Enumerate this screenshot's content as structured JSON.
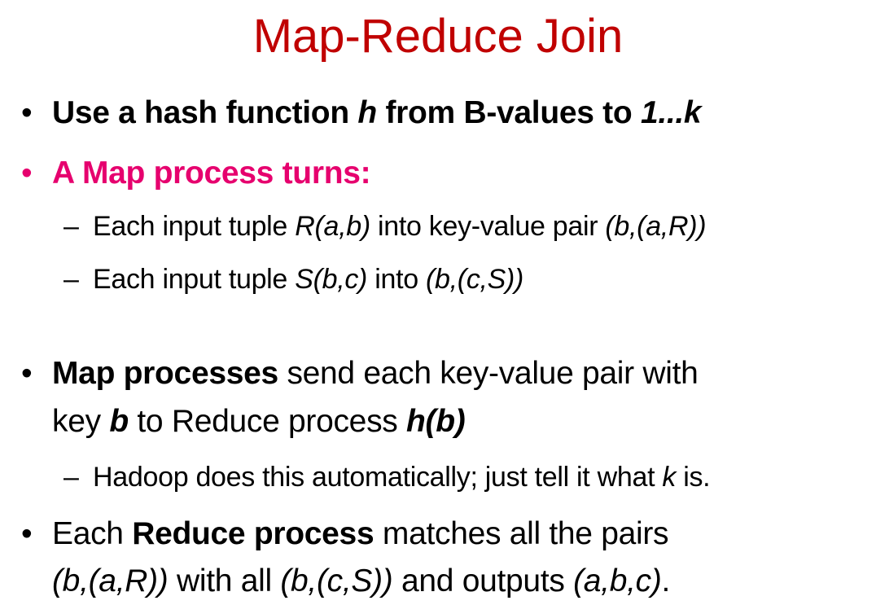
{
  "title": "Map-Reduce Join",
  "bullet_char": "•",
  "dash_char": "–",
  "colors": {
    "title": "#c00000",
    "highlight": "#e6006e",
    "text": "#000000"
  },
  "bullets": {
    "b1": {
      "t1": "Use a hash function ",
      "t2": "h",
      "t3": " from B-values to ",
      "t4": "1...k"
    },
    "b2": {
      "t1": "A Map process turns:"
    },
    "s1": {
      "t1": "Each input tuple ",
      "t2": "R(a,b)",
      "t3": " into key-value pair ",
      "t4": "(b,(a,R))"
    },
    "s2": {
      "t1": "Each input tuple ",
      "t2": "S(b,c)",
      "t3": " into ",
      "t4": "(b,(c,S))"
    },
    "b3": {
      "t1": "Map processes",
      "t2": " send each key-value pair with",
      "t3": "key ",
      "t4": "b",
      "t5": " to Reduce process ",
      "t6": "h(b)"
    },
    "s3": {
      "t1": "Hadoop does this automatically; just tell it what ",
      "t2": "k",
      "t3": " is."
    },
    "b4": {
      "t1": "Each ",
      "t2": "Reduce process",
      "t3": " matches all the pairs",
      "t4": "(b,(a,R))",
      "t5": " with all ",
      "t6": "(b,(c,S))",
      "t7": " and outputs ",
      "t8": "(a,b,c)",
      "t9": "."
    }
  }
}
